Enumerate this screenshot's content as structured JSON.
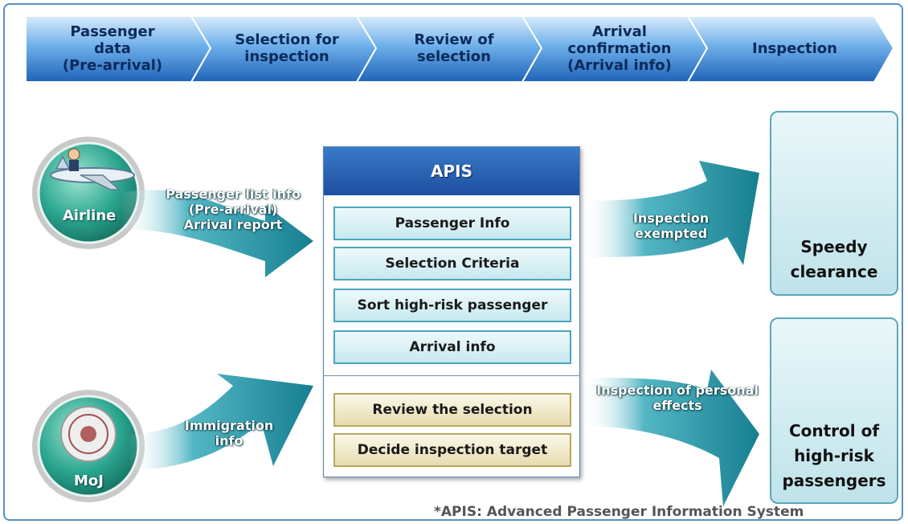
{
  "stages": [
    {
      "label": "Passenger\ndata\n(Pre-arrival)"
    },
    {
      "label": "Selection for\ninspection"
    },
    {
      "label": "Review of\nselection"
    },
    {
      "label": "Arrival\nconfirmation\n(Arrival info)"
    },
    {
      "label": "Inspection"
    }
  ],
  "sources": {
    "airline": {
      "label": "Airline",
      "icon": "airplane-icon"
    },
    "moj": {
      "label": "MoJ",
      "icon": "seal-icon"
    }
  },
  "flows": {
    "airline_to_apis": "Passenger list info\n(Pre-arrival)\nArrival report",
    "moj_to_apis": "Immigration\ninfo",
    "apis_to_clearance": "Inspection\nexempted",
    "apis_to_control": "Inspection of personal\neffects"
  },
  "apis": {
    "title": "APIS",
    "items": [
      "Passenger Info",
      "Selection Criteria",
      "Sort high-risk passenger",
      "Arrival info"
    ],
    "review_items": [
      "Review the selection",
      "Decide inspection target"
    ]
  },
  "results": {
    "clearance": {
      "label": "Speedy\nclearance",
      "icon": "officer-at-gate-icon"
    },
    "control": {
      "label": "Control of\nhigh-risk\npassengers",
      "icon": "red-person-icon"
    }
  },
  "footnote": "*APIS: Advanced Passenger Information System",
  "colors": {
    "stage_blue": "#2f7fd0",
    "teal_arrow": "#1a8b9c",
    "circle_green": "#2aa58f",
    "apis_header": "#1e4fa0"
  }
}
